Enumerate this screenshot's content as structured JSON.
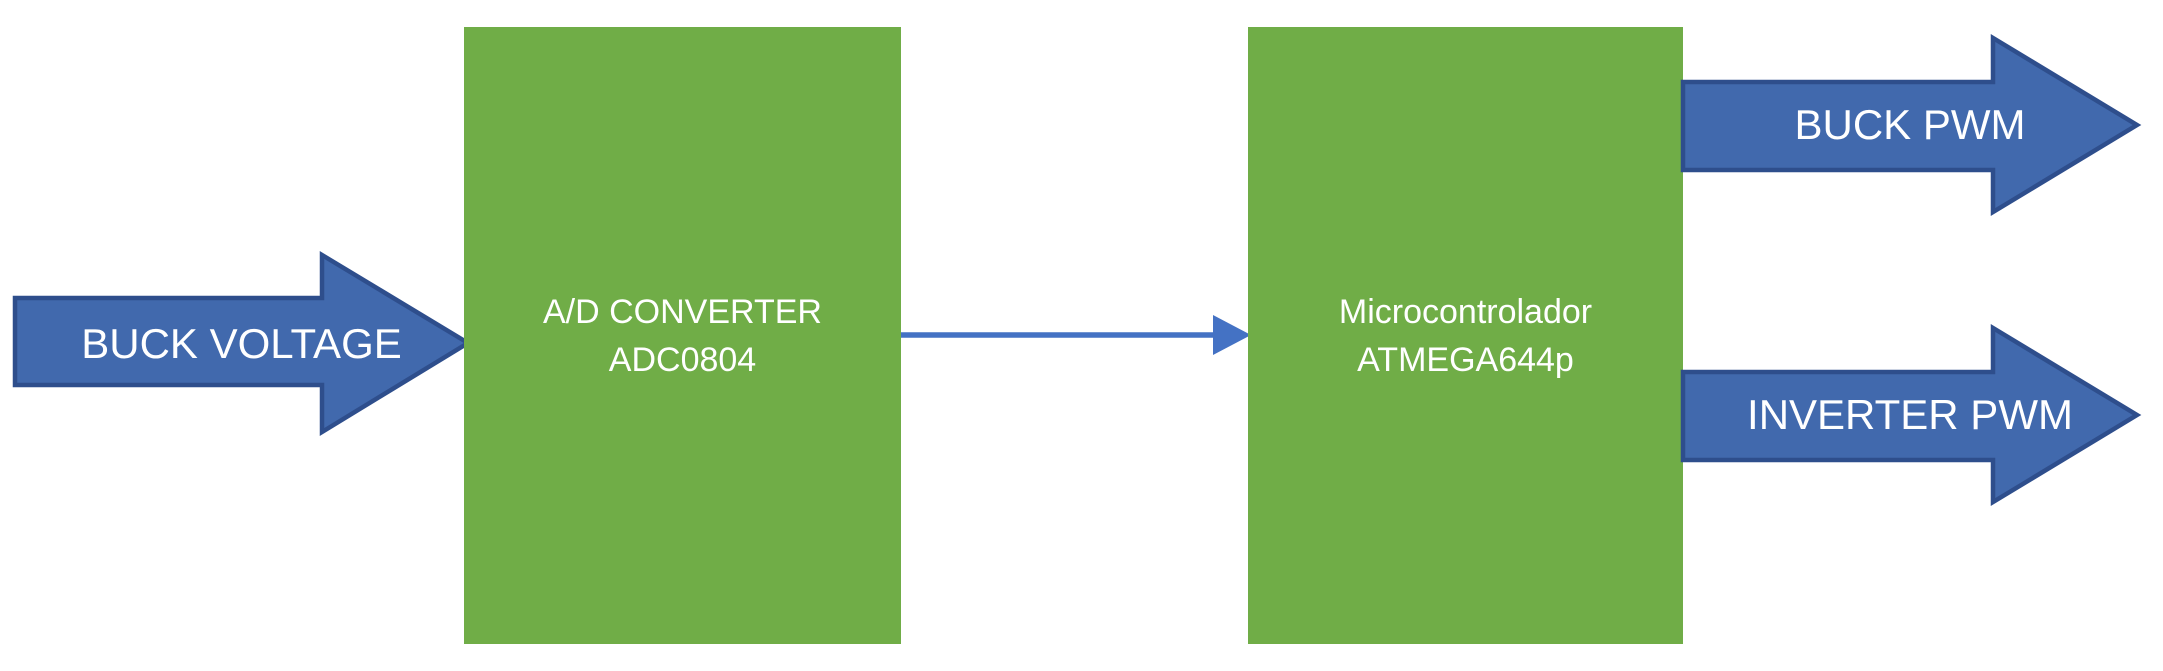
{
  "diagram": {
    "input_arrow": {
      "label": "BUCK VOLTAGE"
    },
    "blocks": [
      {
        "id": "adc",
        "lines": [
          "A/D CONVERTER",
          "ADC0804"
        ]
      },
      {
        "id": "mcu",
        "lines": [
          "Microcontrolador",
          "ATMEGA644p"
        ]
      }
    ],
    "output_arrows": [
      {
        "id": "buck-pwm",
        "label": "BUCK PWM"
      },
      {
        "id": "inverter-pwm",
        "label": "INVERTER PWM"
      }
    ]
  },
  "colors": {
    "background": "#FFFFFF",
    "block_green": "#70AD47",
    "arrow_blue": "#4169AD",
    "arrow_border": "#2E4E8C",
    "connector_blue": "#4472C4",
    "label_white": "#FFFFFF"
  }
}
